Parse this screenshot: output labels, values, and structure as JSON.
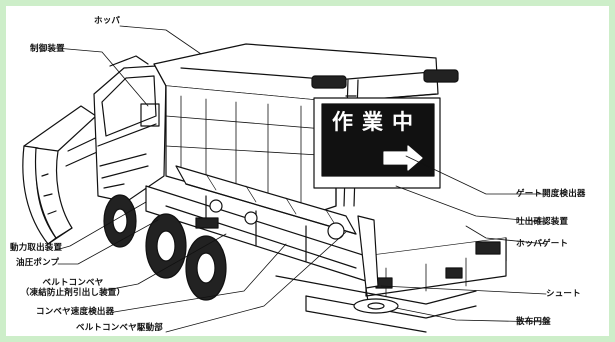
{
  "sign": {
    "text": "作業中"
  },
  "labels": {
    "hopper": "ホッパ",
    "control_unit": "制御装置",
    "pto": "動力取出装置",
    "hydraulic_pump": "油圧ポンプ",
    "belt_conveyor_line1": "ベルトコンベヤ",
    "belt_conveyor_line2": "（凍結防止剤引出し装置）",
    "conveyor_speed_detector": "コンベヤ速度検出器",
    "belt_conveyor_drive": "ベルトコンベヤ駆動部",
    "gate_opening_detector": "ゲート開度検出器",
    "discharge_confirmation": "吐出確認装置",
    "hopper_gate": "ホッパゲート",
    "chute": "シュート",
    "spreading_disc": "散布円盤"
  },
  "colors": {
    "background": "#cdeec9",
    "line": "#111111",
    "sign": "#111111"
  }
}
